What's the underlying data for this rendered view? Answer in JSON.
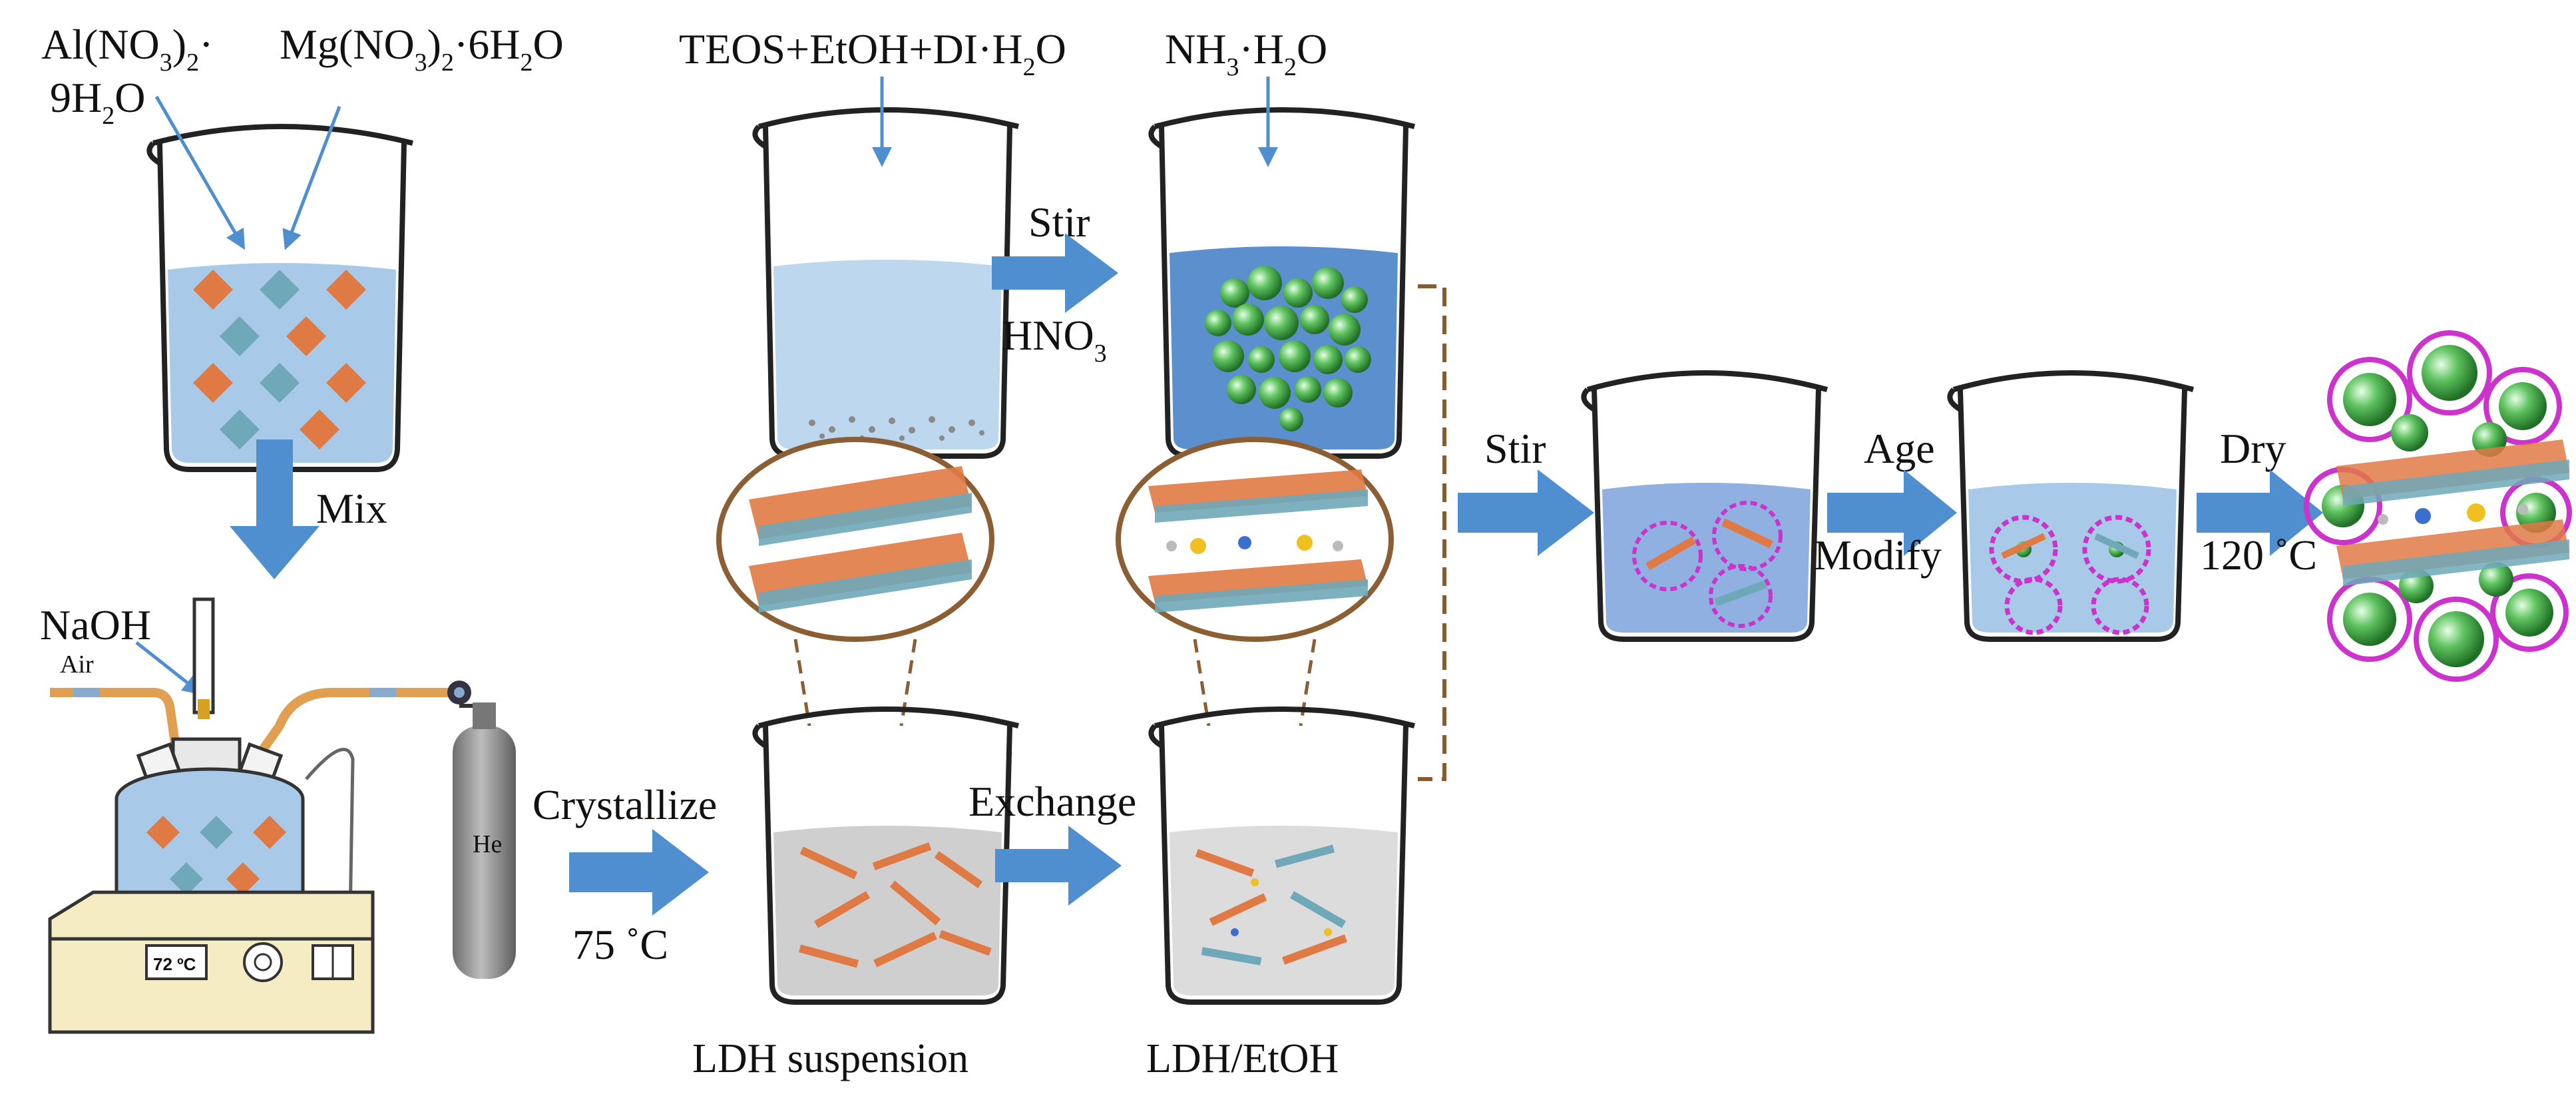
{
  "reagents": {
    "al_nitrate": {
      "line1": "Al(NO",
      "sub1": "3",
      "mid1": ")",
      "sub2": "2",
      "dot": "·",
      "line2": "9H",
      "sub3": "2",
      "end": "O"
    },
    "mg_nitrate": {
      "a": "Mg(NO",
      "s1": "3",
      "b": ")",
      "s2": "2",
      "c": "·6H",
      "s3": "2",
      "d": "O"
    },
    "teos": {
      "a": "TEOS+EtOH+DI·H",
      "s1": "2",
      "b": "O"
    },
    "ammonia": {
      "a": "NH",
      "s1": "3",
      "b": "·H",
      "s2": "2",
      "b2": "O"
    },
    "naoh": "NaOH",
    "air": "Air",
    "helium": "He",
    "hotplate_temp": "72 ºC"
  },
  "steps": {
    "stir_top": "Stir",
    "hno3": {
      "a": "HNO",
      "s1": "3"
    },
    "mix": "Mix",
    "crystallize": "Crystallize",
    "crystallize_temp": "75 ˚C",
    "exchange": "Exchange",
    "stir_right": "Stir",
    "age": "Age",
    "modify": "Modify",
    "dry": "Dry",
    "dry_temp": "120 ˚C"
  },
  "captions": {
    "ldh_suspension": "LDH suspension",
    "ldh_etoh": "LDH/EtOH"
  },
  "colors": {
    "arrow": "#4f8fcf",
    "liquid_blue": "#a9c9e8",
    "liquid_grey": "#cfcfcf",
    "crystal_orange": "#e07a45",
    "crystal_teal": "#6fa8b8",
    "silica_green": "#4caf50",
    "magenta": "#cc33cc",
    "dash_brown": "#8a5a2b",
    "ellipse_brown": "#8b5e34"
  }
}
